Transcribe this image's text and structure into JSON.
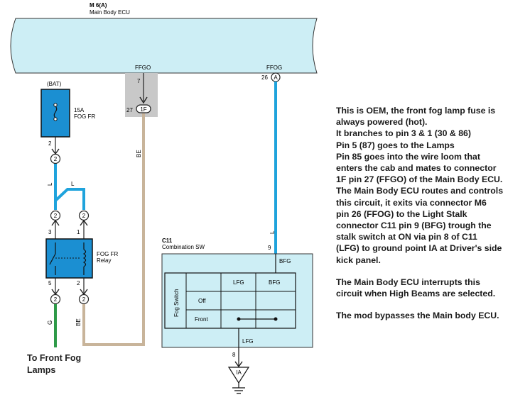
{
  "ecu": {
    "connector": "M 6(A)",
    "name": "Main Body ECU"
  },
  "terminals": {
    "ffgo": "FFGO",
    "ffgo_pin": "7",
    "ffgo_conn_pin": "27",
    "ffgo_conn": "1F",
    "ffog": "FFOG",
    "ffog_pin": "26",
    "ffog_conn": "A"
  },
  "fuse": {
    "source": "(BAT)",
    "rating": "15A",
    "name": "FOG FR",
    "pin_out": "2",
    "conn_pin": "2"
  },
  "relay": {
    "name_line1": "FOG FR",
    "name_line2": "Relay",
    "pin_3": "3",
    "pin_1": "1",
    "pin_5": "5",
    "pin_2": "2",
    "conn_a": "2",
    "conn_b": "2",
    "conn_c": "2",
    "conn_d": "2"
  },
  "wires": {
    "l1": "L",
    "l2": "L",
    "l3": "L",
    "be1": "BE",
    "be2": "BE",
    "g": "G"
  },
  "switch": {
    "connector": "C11",
    "name": "Combination SW",
    "pin_9": "9",
    "pin_8": "8",
    "bfg_label": "BFG",
    "lfg_label": "LFG",
    "table_title": "Fog Switch",
    "col_lfg": "LFG",
    "col_bfg": "BFG",
    "row_off": "Off",
    "row_front": "Front"
  },
  "ground": {
    "label": "IA"
  },
  "to_fog": {
    "line1": "To Front Fog",
    "line2": "Lamps"
  },
  "description": {
    "p1": [
      "This is OEM, the front fog lamp fuse is",
      "always powered (hot).",
      "It branches to pin 3 & 1 (30 & 86)",
      "Pin 5 (87) goes to the Lamps",
      "Pin 85 goes into the wire loom that",
      "enters the cab and mates to connector",
      "1F pin 27 (FFGO) of the Main Body ECU.",
      "The Main Body ECU routes and controls",
      "this circuit, it exits via connector M6",
      "pin 26 (FFOG) to the Light Stalk",
      "connector C11 pin 9 (BFG) trough the",
      "stalk switch at ON via pin 8 of C11",
      "(LFG) to ground point IA at Driver's side",
      "kick panel."
    ],
    "p2": [
      "The Main Body ECU interrupts this",
      "circuit when High Beams are selected."
    ],
    "p3": [
      "The mod bypasses the Main body ECU."
    ]
  },
  "colors": {
    "ecu_fill": "#cdeef5",
    "wire_blue": "#1fa3dc",
    "wire_tan": "#c8b49a",
    "wire_green": "#2e9a48",
    "component_blue": "#1b8fd2",
    "connector_grey": "#c8c8c8"
  }
}
